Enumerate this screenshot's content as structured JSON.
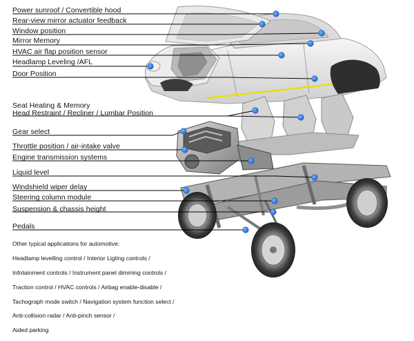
{
  "labels": [
    {
      "id": "power-sunroof",
      "text": "Power sunroof / Convertible hood"
    },
    {
      "id": "rear-view-mirror",
      "text": "Rear-view mirror actuator feedback"
    },
    {
      "id": "window-position",
      "text": "Window position"
    },
    {
      "id": "mirror-memory",
      "text": "Mirror Memory"
    },
    {
      "id": "hvac-air-flap",
      "text": "HVAC air flap position sensor"
    },
    {
      "id": "headlamp-leveling",
      "text": "Headlamp Leveling  /AFL"
    },
    {
      "id": "door-position",
      "text": "Door Position"
    },
    {
      "id": "seat-heating",
      "text": "Seat Heating & Memory"
    },
    {
      "id": "head-restraint",
      "text": "Head Restraint / Recliner / Lumbar Position"
    },
    {
      "id": "gear-select",
      "text": "Gear select"
    },
    {
      "id": "throttle-position",
      "text": "Throttle position / air-intake valve"
    },
    {
      "id": "engine-transmission",
      "text": "Engine transmission systems"
    },
    {
      "id": "liquid-level",
      "text": "Liquid level"
    },
    {
      "id": "windshield-wiper",
      "text": "Windshield wiper delay"
    },
    {
      "id": "steering-column",
      "text": "Steering column module"
    },
    {
      "id": "suspension",
      "text": "Suspension & chassis height"
    },
    {
      "id": "pedals",
      "text": "Pedals"
    }
  ],
  "other_applications": {
    "heading": "Other typical applications for automotive:",
    "lines": [
      "Headlamp levelling control / Interior Ligting controls /",
      "Infotainment controls / Instrument panel dimming controls /",
      "Traction control / HVAC controls / Airbag enable-disable /",
      "Tachograph mode switch / Navigation system function select /",
      "Anti-collision radar / Anti-pinch sensor /",
      "Aided parking"
    ]
  },
  "colors": {
    "dot": "#1f6fd1",
    "leader": "#000000",
    "body": "#e6e6e6",
    "metal": "#9a9a9a",
    "dark": "#3a3a3a",
    "stripe": "#e8e000"
  }
}
